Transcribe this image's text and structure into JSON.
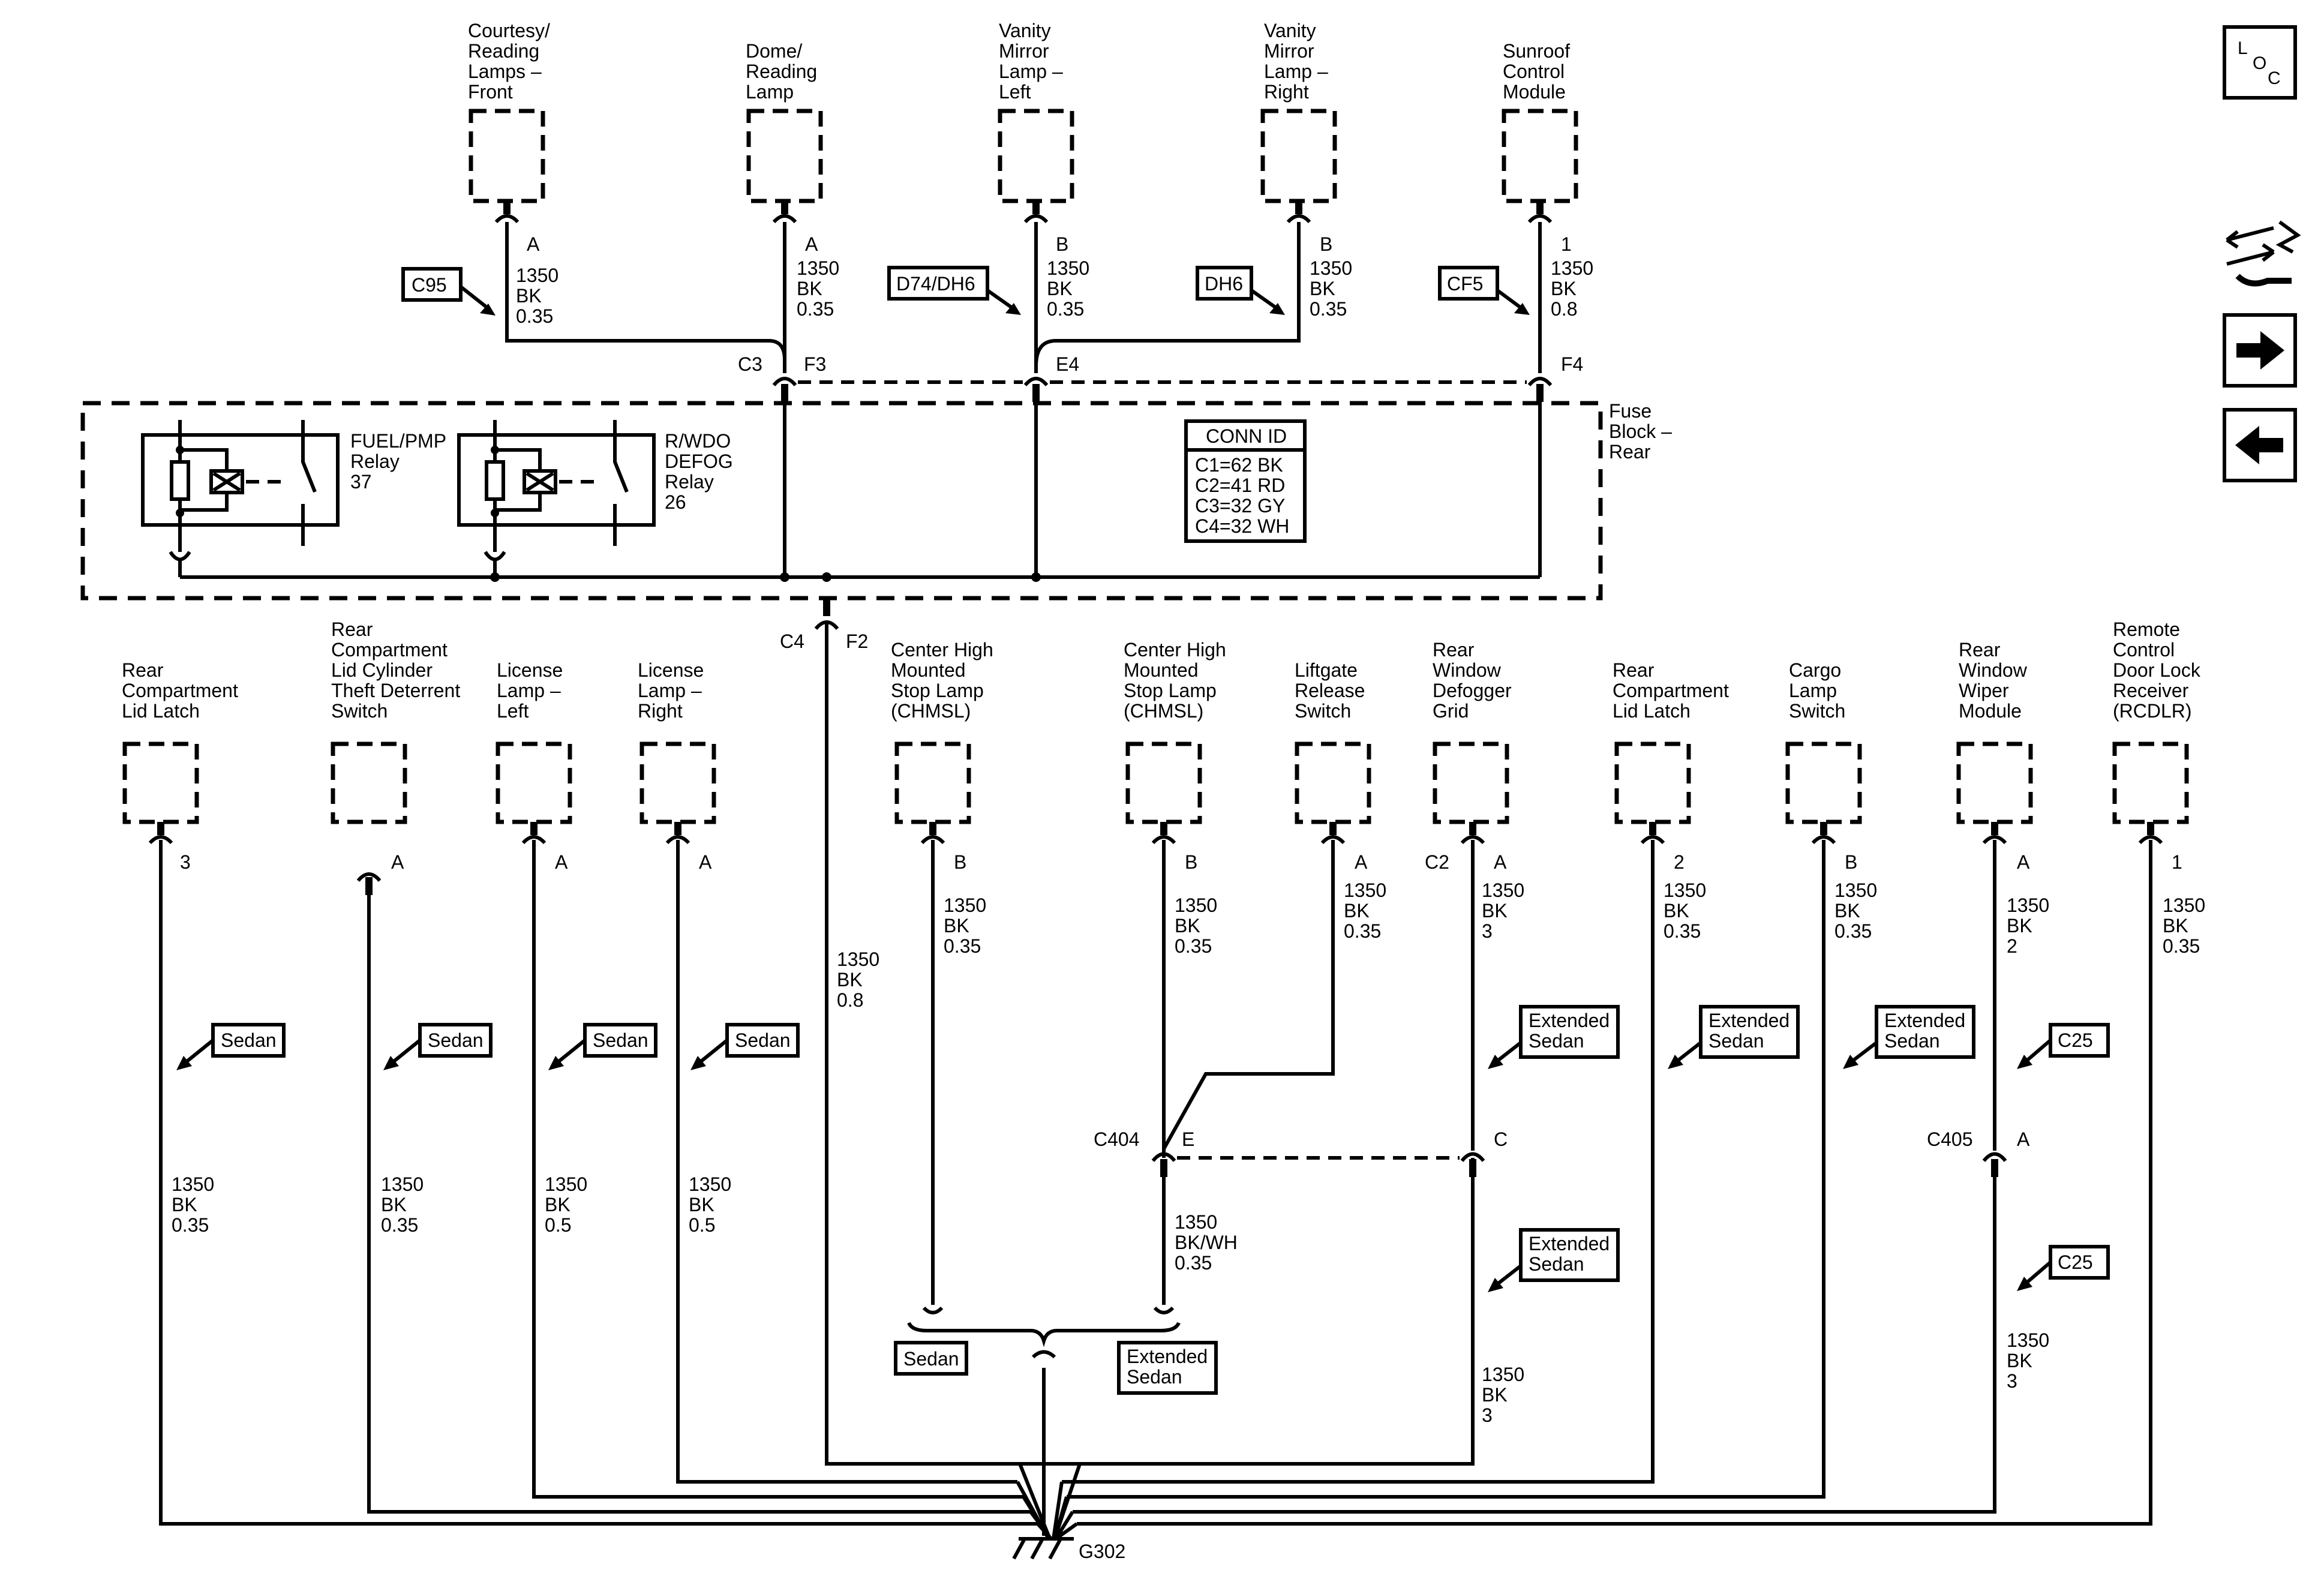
{
  "components_top": [
    {
      "lines": [
        "Courtesy/",
        "Reading",
        "Lamps –",
        "Front"
      ],
      "pin": "A",
      "wire": [
        "1350",
        "BK",
        "0.35"
      ],
      "tag": "C95"
    },
    {
      "lines": [
        "Dome/",
        "Reading",
        "Lamp"
      ],
      "pin": "A",
      "wire": [
        "1350",
        "BK",
        "0.35"
      ],
      "tag": ""
    },
    {
      "lines": [
        "Vanity",
        "Mirror",
        "Lamp –",
        "Left"
      ],
      "pin": "B",
      "wire": [
        "1350",
        "BK",
        "0.35"
      ],
      "tag": "D74/DH6"
    },
    {
      "lines": [
        "Vanity",
        "Mirror",
        "Lamp –",
        "Right"
      ],
      "pin": "B",
      "wire": [
        "1350",
        "BK",
        "0.35"
      ],
      "tag": "DH6"
    },
    {
      "lines": [
        "Sunroof",
        "Control",
        "Module"
      ],
      "pin": "1",
      "wire": [
        "1350",
        "BK",
        "0.8"
      ],
      "tag": "CF5"
    }
  ],
  "fuse_block": {
    "label": [
      "Fuse",
      "Block –",
      "Rear"
    ],
    "connectors": {
      "c3": "C3",
      "f3": "F3",
      "e4": "E4",
      "f4": "F4",
      "c4": "C4",
      "f2": "F2"
    },
    "relays": [
      {
        "lines": [
          "FUEL/PMP",
          "Relay",
          "37"
        ]
      },
      {
        "lines": [
          "R/WDO",
          "DEFOG",
          "Relay",
          "26"
        ]
      }
    ],
    "conn_id": {
      "title": "CONN ID",
      "rows": [
        "C1=62 BK",
        "C2=41 RD",
        "C3=32 GY",
        "C4=32 WH"
      ]
    }
  },
  "c4_wire": [
    "1350",
    "BK",
    "0.8"
  ],
  "components_bottom": [
    {
      "lines": [
        "Rear",
        "Compartment",
        "Lid Latch"
      ],
      "pin": "3",
      "tag": [
        "Sedan"
      ],
      "wire": [
        "1350",
        "BK",
        "0.35"
      ]
    },
    {
      "lines": [
        "Rear",
        "Compartment",
        "Lid Cylinder",
        "Theft Deterrent",
        "Switch"
      ],
      "pin": "A",
      "tag": [
        "Sedan"
      ],
      "wire": [
        "1350",
        "BK",
        "0.35"
      ]
    },
    {
      "lines": [
        "License",
        "Lamp –",
        "Left"
      ],
      "pin": "A",
      "tag": [
        "Sedan"
      ],
      "wire": [
        "1350",
        "BK",
        "0.5"
      ]
    },
    {
      "lines": [
        "License",
        "Lamp –",
        "Right"
      ],
      "pin": "A",
      "tag": [
        "Sedan"
      ],
      "wire": [
        "1350",
        "BK",
        "0.5"
      ]
    },
    {
      "lines": [
        "Center High",
        "Mounted",
        "Stop Lamp",
        "(CHMSL)"
      ],
      "pin": "B",
      "wire": [
        "1350",
        "BK",
        "0.35"
      ]
    },
    {
      "lines": [
        "Center High",
        "Mounted",
        "Stop Lamp",
        "(CHMSL)"
      ],
      "pin": "B",
      "wire": [
        "1350",
        "BK",
        "0.35"
      ]
    },
    {
      "lines": [
        "Liftgate",
        "Release",
        "Switch"
      ],
      "pin": "A",
      "wire": [
        "1350",
        "BK",
        "0.35"
      ]
    },
    {
      "lines": [
        "Rear",
        "Window",
        "Defogger",
        "Grid"
      ],
      "pin": "A",
      "conn": "C2",
      "wire": [
        "1350",
        "BK",
        "3"
      ],
      "tag": [
        "Extended",
        "Sedan"
      ]
    },
    {
      "lines": [
        "Rear",
        "Compartment",
        "Lid Latch"
      ],
      "pin": "2",
      "wire": [
        "1350",
        "BK",
        "0.35"
      ],
      "tag": [
        "Extended",
        "Sedan"
      ]
    },
    {
      "lines": [
        "Cargo",
        "Lamp",
        "Switch"
      ],
      "pin": "B",
      "wire": [
        "1350",
        "BK",
        "0.35"
      ],
      "tag": [
        "Extended",
        "Sedan"
      ]
    },
    {
      "lines": [
        "Rear",
        "Window",
        "Wiper",
        "Module"
      ],
      "pin": "A",
      "wire": [
        "1350",
        "BK",
        "2"
      ],
      "tag": [
        "C25"
      ]
    },
    {
      "lines": [
        "Remote",
        "Control",
        "Door Lock",
        "Receiver",
        "(RCDLR)"
      ],
      "pin": "1",
      "wire": [
        "1350",
        "BK",
        "0.35"
      ]
    }
  ],
  "inline_connectors": {
    "c404": "C404",
    "c404_e": "E",
    "c404_c": "C",
    "c405": "C405",
    "c405_a": "A",
    "c404_wire": [
      "1350",
      "BK/WH",
      "0.35"
    ],
    "defog_lower_tag": [
      "Extended",
      "Sedan"
    ],
    "defog_lower_wire": [
      "1350",
      "BK",
      "3"
    ],
    "wiper_lower_tag": [
      "C25"
    ],
    "wiper_lower_wire": [
      "1350",
      "BK",
      "3"
    ]
  },
  "splice_tags": {
    "left": "Sedan",
    "right": [
      "Extended",
      "Sedan"
    ]
  },
  "ground": "G302",
  "nav": {
    "loc_letters": [
      "L",
      "O",
      "C"
    ]
  }
}
